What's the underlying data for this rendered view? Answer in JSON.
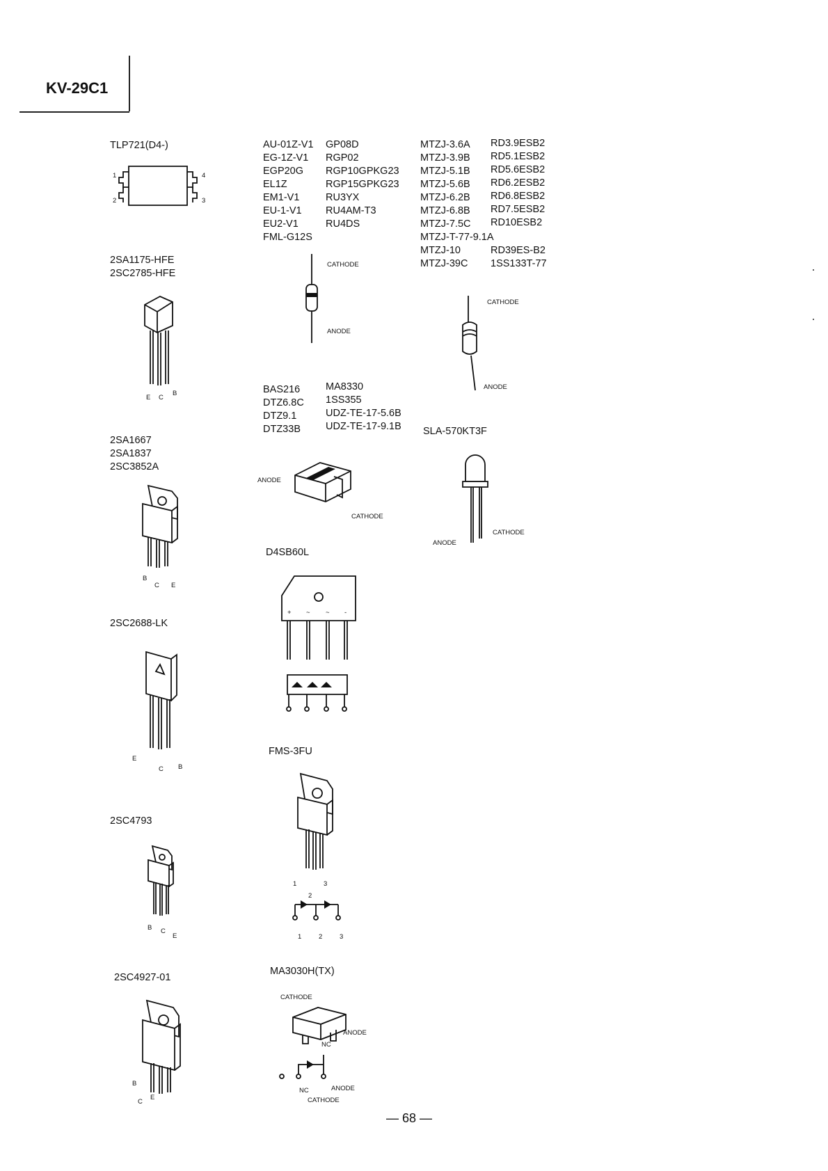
{
  "header": {
    "model": "KV-29C1"
  },
  "left_col": {
    "tlp": {
      "name": "TLP721(D4-)",
      "pins": [
        "1",
        "2",
        "4",
        "3"
      ]
    },
    "t1": {
      "names": [
        "2SA1175-HFE",
        "2SC2785-HFE"
      ],
      "pins": [
        "E",
        "C",
        "B"
      ]
    },
    "t2": {
      "names": [
        "2SA1667",
        "2SA1837",
        "2SC3852A"
      ],
      "pins": [
        "B",
        "C",
        "E"
      ]
    },
    "t3": {
      "name": "2SC2688-LK",
      "pins": [
        "E",
        "C",
        "B"
      ]
    },
    "t4": {
      "name": "2SC4793",
      "pins": [
        "B",
        "C",
        "E"
      ]
    },
    "t5": {
      "name": "2SC4927-01",
      "pins": [
        "B",
        "C",
        "E"
      ]
    }
  },
  "mid_col": {
    "diodes1": {
      "col1": [
        "AU-01Z-V1",
        "EG-1Z-V1",
        "EGP20G",
        "EL1Z",
        "EM1-V1",
        "EU-1-V1",
        "EU2-V1",
        "FML-G12S"
      ],
      "col2": [
        "GP08D",
        "RGP02",
        "RGP10GPKG23",
        "RGP15GPKG23",
        "RU3YX",
        "RU4AM-T3",
        "RU4DS"
      ],
      "cathode": "CATHODE",
      "anode": "ANODE"
    },
    "diodes2": {
      "col1": [
        "BAS216",
        "DTZ6.8C",
        "DTZ9.1",
        "DTZ33B"
      ],
      "col2": [
        "MA8330",
        "1SS355",
        "UDZ-TE-17-5.6B",
        "UDZ-TE-17-9.1B"
      ],
      "anode": "ANODE",
      "cathode": "CATHODE"
    },
    "bridge": {
      "name": "D4SB60L",
      "pins": [
        "+",
        "~",
        "~",
        "-"
      ]
    },
    "fms": {
      "name": "FMS-3FU",
      "pins": [
        "1",
        "2",
        "3"
      ]
    },
    "ma": {
      "name": "MA3030H(TX)",
      "cathode": "CATHODE",
      "anode": "ANODE",
      "nc": "NC"
    }
  },
  "right_col": {
    "zener": {
      "col1": [
        "MTZJ-3.6A",
        "MTZJ-3.9B",
        "MTZJ-5.1B",
        "MTZJ-5.6B",
        "MTZJ-6.2B",
        "MTZJ-6.8B",
        "MTZJ-7.5C",
        "MTZJ-T-77-9.1A",
        "MTZJ-10",
        "MTZJ-39C"
      ],
      "col2": [
        "RD3.9ESB2",
        "RD5.1ESB2",
        "RD5.6ESB2",
        "RD6.2ESB2",
        "RD6.8ESB2",
        "RD7.5ESB2",
        "RD10ESB2",
        "",
        "RD39ES-B2",
        "1SS133T-77"
      ],
      "cathode": "CATHODE",
      "anode": "ANODE"
    },
    "led": {
      "name": "SLA-570KT3F",
      "anode": "ANODE",
      "cathode": "CATHODE"
    }
  },
  "footer": {
    "page": "— 68 —"
  }
}
